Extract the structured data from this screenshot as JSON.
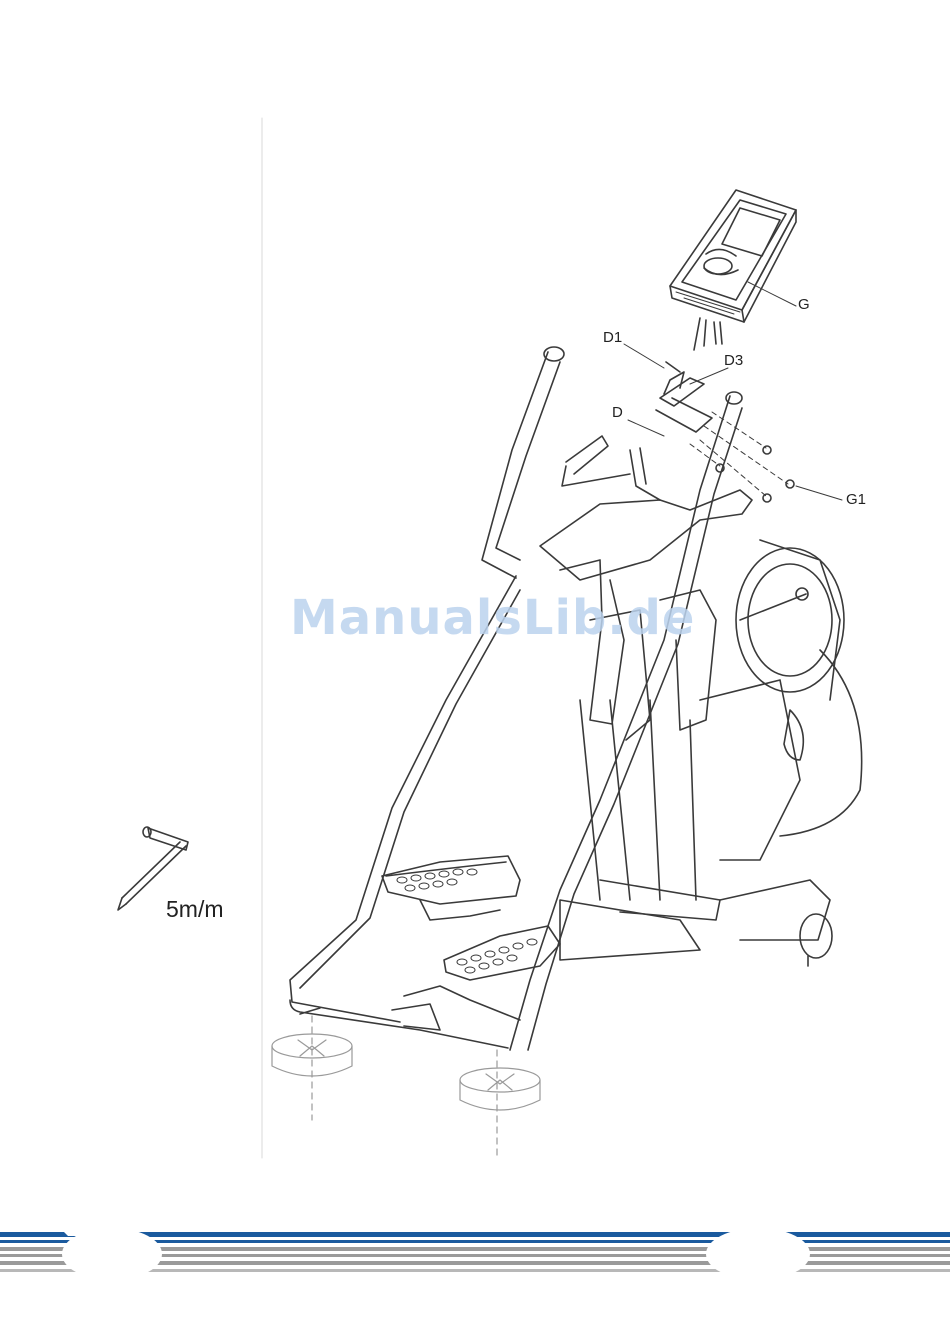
{
  "labels": {
    "G": "G",
    "D1": "D1",
    "D3": "D3",
    "D": "D",
    "G1": "G1"
  },
  "tool": {
    "size": "5m/m",
    "icon": "allen-key-icon"
  },
  "watermark": "ManualsLib.de",
  "colors": {
    "line": "#3a3a3a",
    "footer_blue": "#1a5a9e",
    "footer_gray": "#9a9a9a"
  }
}
